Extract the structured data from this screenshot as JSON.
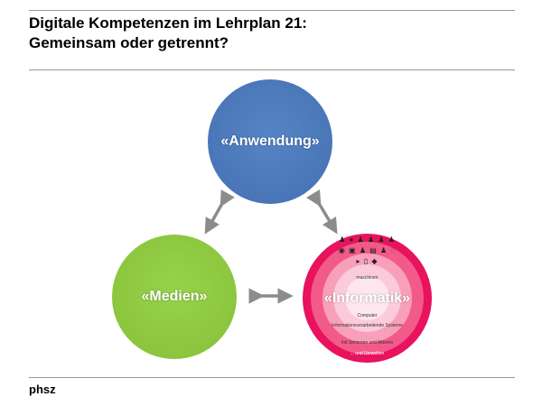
{
  "header": {
    "title_line1": "Digitale Kompetenzen im Lehrplan 21:",
    "title_line2": "Gemeinsam oder getrennt?"
  },
  "diagram": {
    "top_circle": {
      "label": "«Anwendung»",
      "color": "#4a76b8"
    },
    "left_circle": {
      "label": "«Medien»",
      "color": "#8cc63f"
    },
    "right_circle": {
      "label": "«Informatik»",
      "color": "#e8125f",
      "rings": [
        "maschinen",
        "Computer",
        "Informationsverarbeitende Systeme",
        "mit Sensoren und Aktoren",
        "... und Umwelten"
      ]
    },
    "arrow_color": "#8c8c8c"
  },
  "footer": {
    "logo": "phsz"
  }
}
